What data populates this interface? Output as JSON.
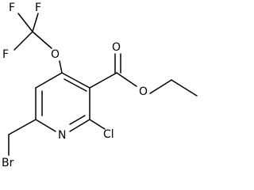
{
  "molecule": {
    "atoms": {
      "f1": "F",
      "f2": "F",
      "f3": "F",
      "o_ether": "O",
      "o_carbonyl": "O",
      "o_ester": "O",
      "n_ring": "N",
      "cl": "Cl",
      "br": "Br"
    }
  }
}
